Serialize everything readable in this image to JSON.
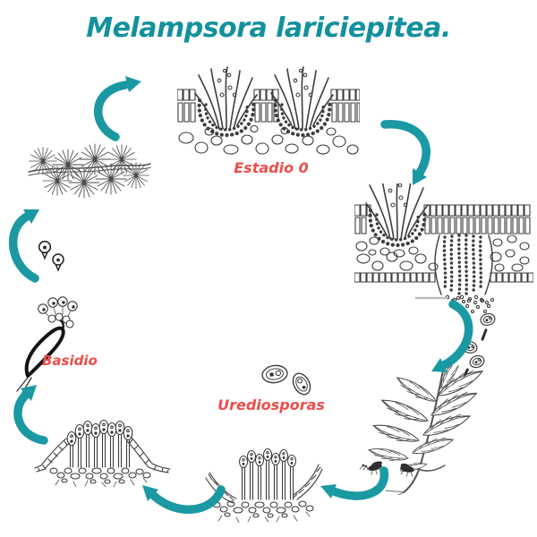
{
  "title": "Melampsora lariciepitea.",
  "stage_labels": {
    "stage0": "Estadio 0",
    "basidium": "Basidio",
    "urediospores": "Urediosporas"
  },
  "colors": {
    "title_teal": "#12919D",
    "arrow_teal": "#1A99A3",
    "label_red": "#EC4E4A",
    "line_art_ink": "#3D3D3D",
    "background": "#FFFFFF"
  },
  "illustrations": [
    {
      "name": "larch-twig-with-needles"
    },
    {
      "name": "leaf-cross-section-with-spermogonia"
    },
    {
      "name": "leaf-cross-section-with-aecium"
    },
    {
      "name": "aeciospore-trail"
    },
    {
      "name": "willow-branch"
    },
    {
      "name": "uredinium-cross-section"
    },
    {
      "name": "telium-cross-section"
    },
    {
      "name": "basidium-with-basidiospores"
    },
    {
      "name": "basidiospores"
    },
    {
      "name": "urediospores-pair"
    }
  ],
  "cycle_arrows": [
    "arrow-larch-to-stage0",
    "arrow-stage0-to-aecium-section",
    "arrow-aecium-to-willow",
    "arrow-willow-to-uredinium",
    "arrow-uredinium-to-telium",
    "arrow-telium-to-basidium",
    "arrow-basidium-to-larch"
  ]
}
